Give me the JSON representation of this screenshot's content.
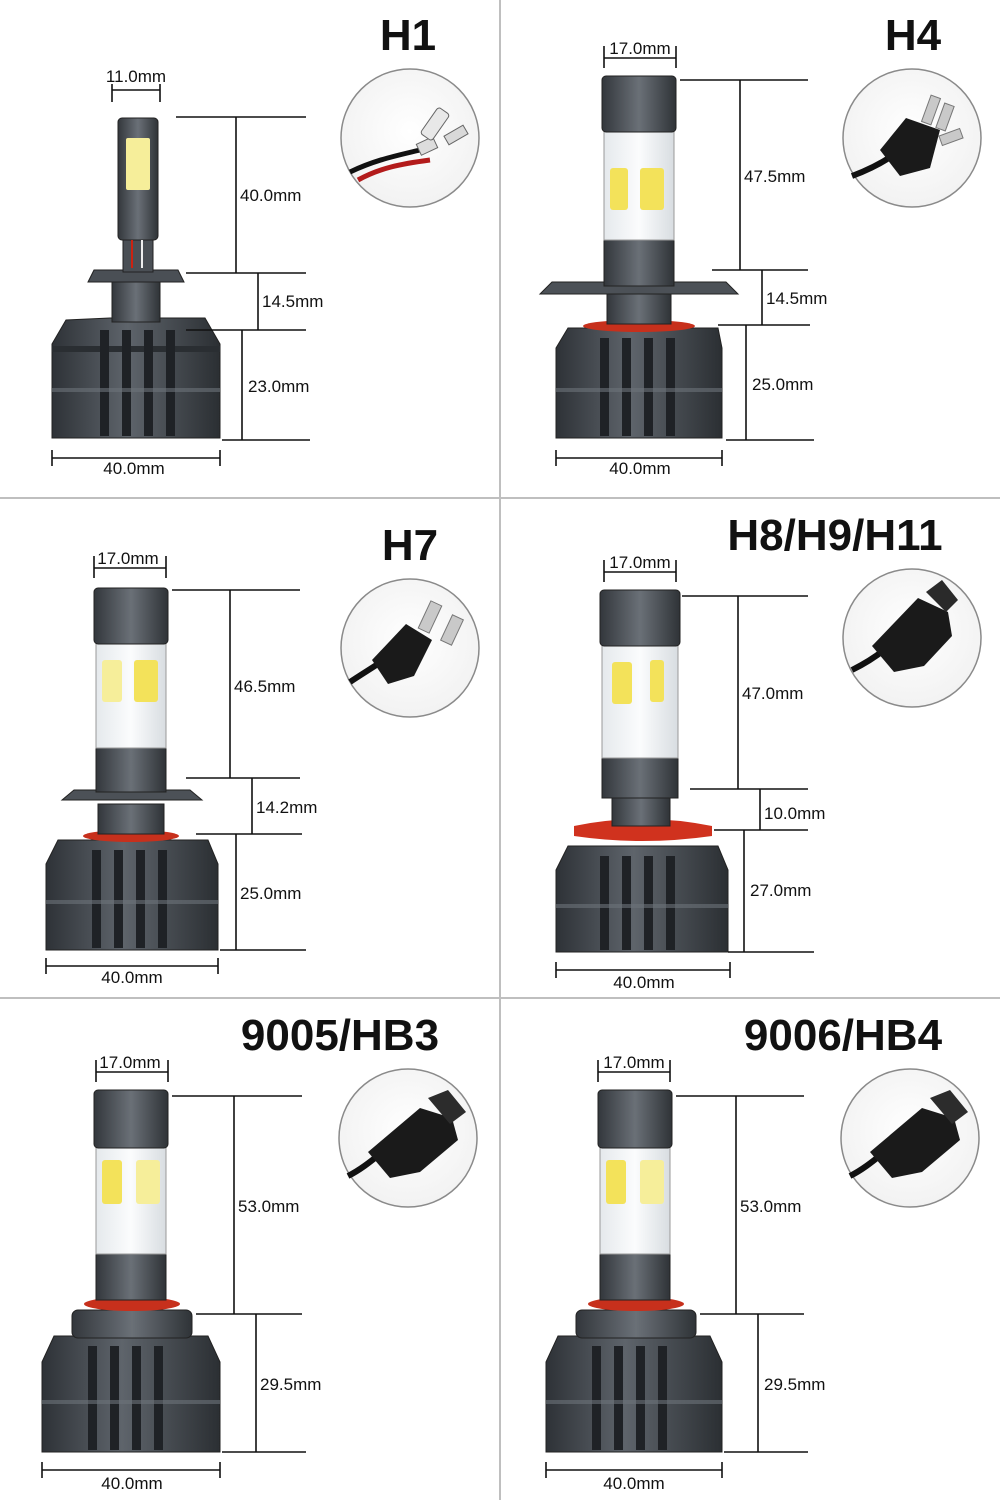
{
  "panels": [
    {
      "id": "h1",
      "title": "H1",
      "connector": "spade-wire-connector",
      "width_label": "40.0mm",
      "top_width_label": "11.0mm",
      "heights": [
        "40.0mm",
        "14.5mm",
        "23.0mm"
      ]
    },
    {
      "id": "h4",
      "title": "H4",
      "connector": "three-prong-connector",
      "width_label": "40.0mm",
      "top_width_label": "17.0mm",
      "heights": [
        "47.5mm",
        "14.5mm",
        "25.0mm"
      ]
    },
    {
      "id": "h7",
      "title": "H7",
      "connector": "two-prong-connector",
      "width_label": "40.0mm",
      "top_width_label": "17.0mm",
      "heights": [
        "46.5mm",
        "14.2mm",
        "25.0mm"
      ]
    },
    {
      "id": "h8-h9-h11",
      "title": "H8/H9/H11",
      "connector": "socket-plug-connector",
      "width_label": "40.0mm",
      "top_width_label": "17.0mm",
      "heights": [
        "47.0mm",
        "10.0mm",
        "27.0mm"
      ]
    },
    {
      "id": "9005-hb3",
      "title": "9005/HB3",
      "connector": "hb-plug-connector",
      "width_label": "40.0mm",
      "top_width_label": "17.0mm",
      "heights": [
        "53.0mm",
        "29.5mm"
      ]
    },
    {
      "id": "9006-hb4",
      "title": "9006/HB4",
      "connector": "hb-plug-connector",
      "width_label": "40.0mm",
      "top_width_label": "17.0mm",
      "heights": [
        "53.0mm",
        "29.5mm"
      ]
    }
  ],
  "colors": {
    "housing": "#3f444a",
    "housing_light": "#5b6168",
    "led_yellow": "#f3e25a",
    "led_white": "#f4f7f9",
    "red_ring": "#d0321e",
    "line": "#111111"
  }
}
